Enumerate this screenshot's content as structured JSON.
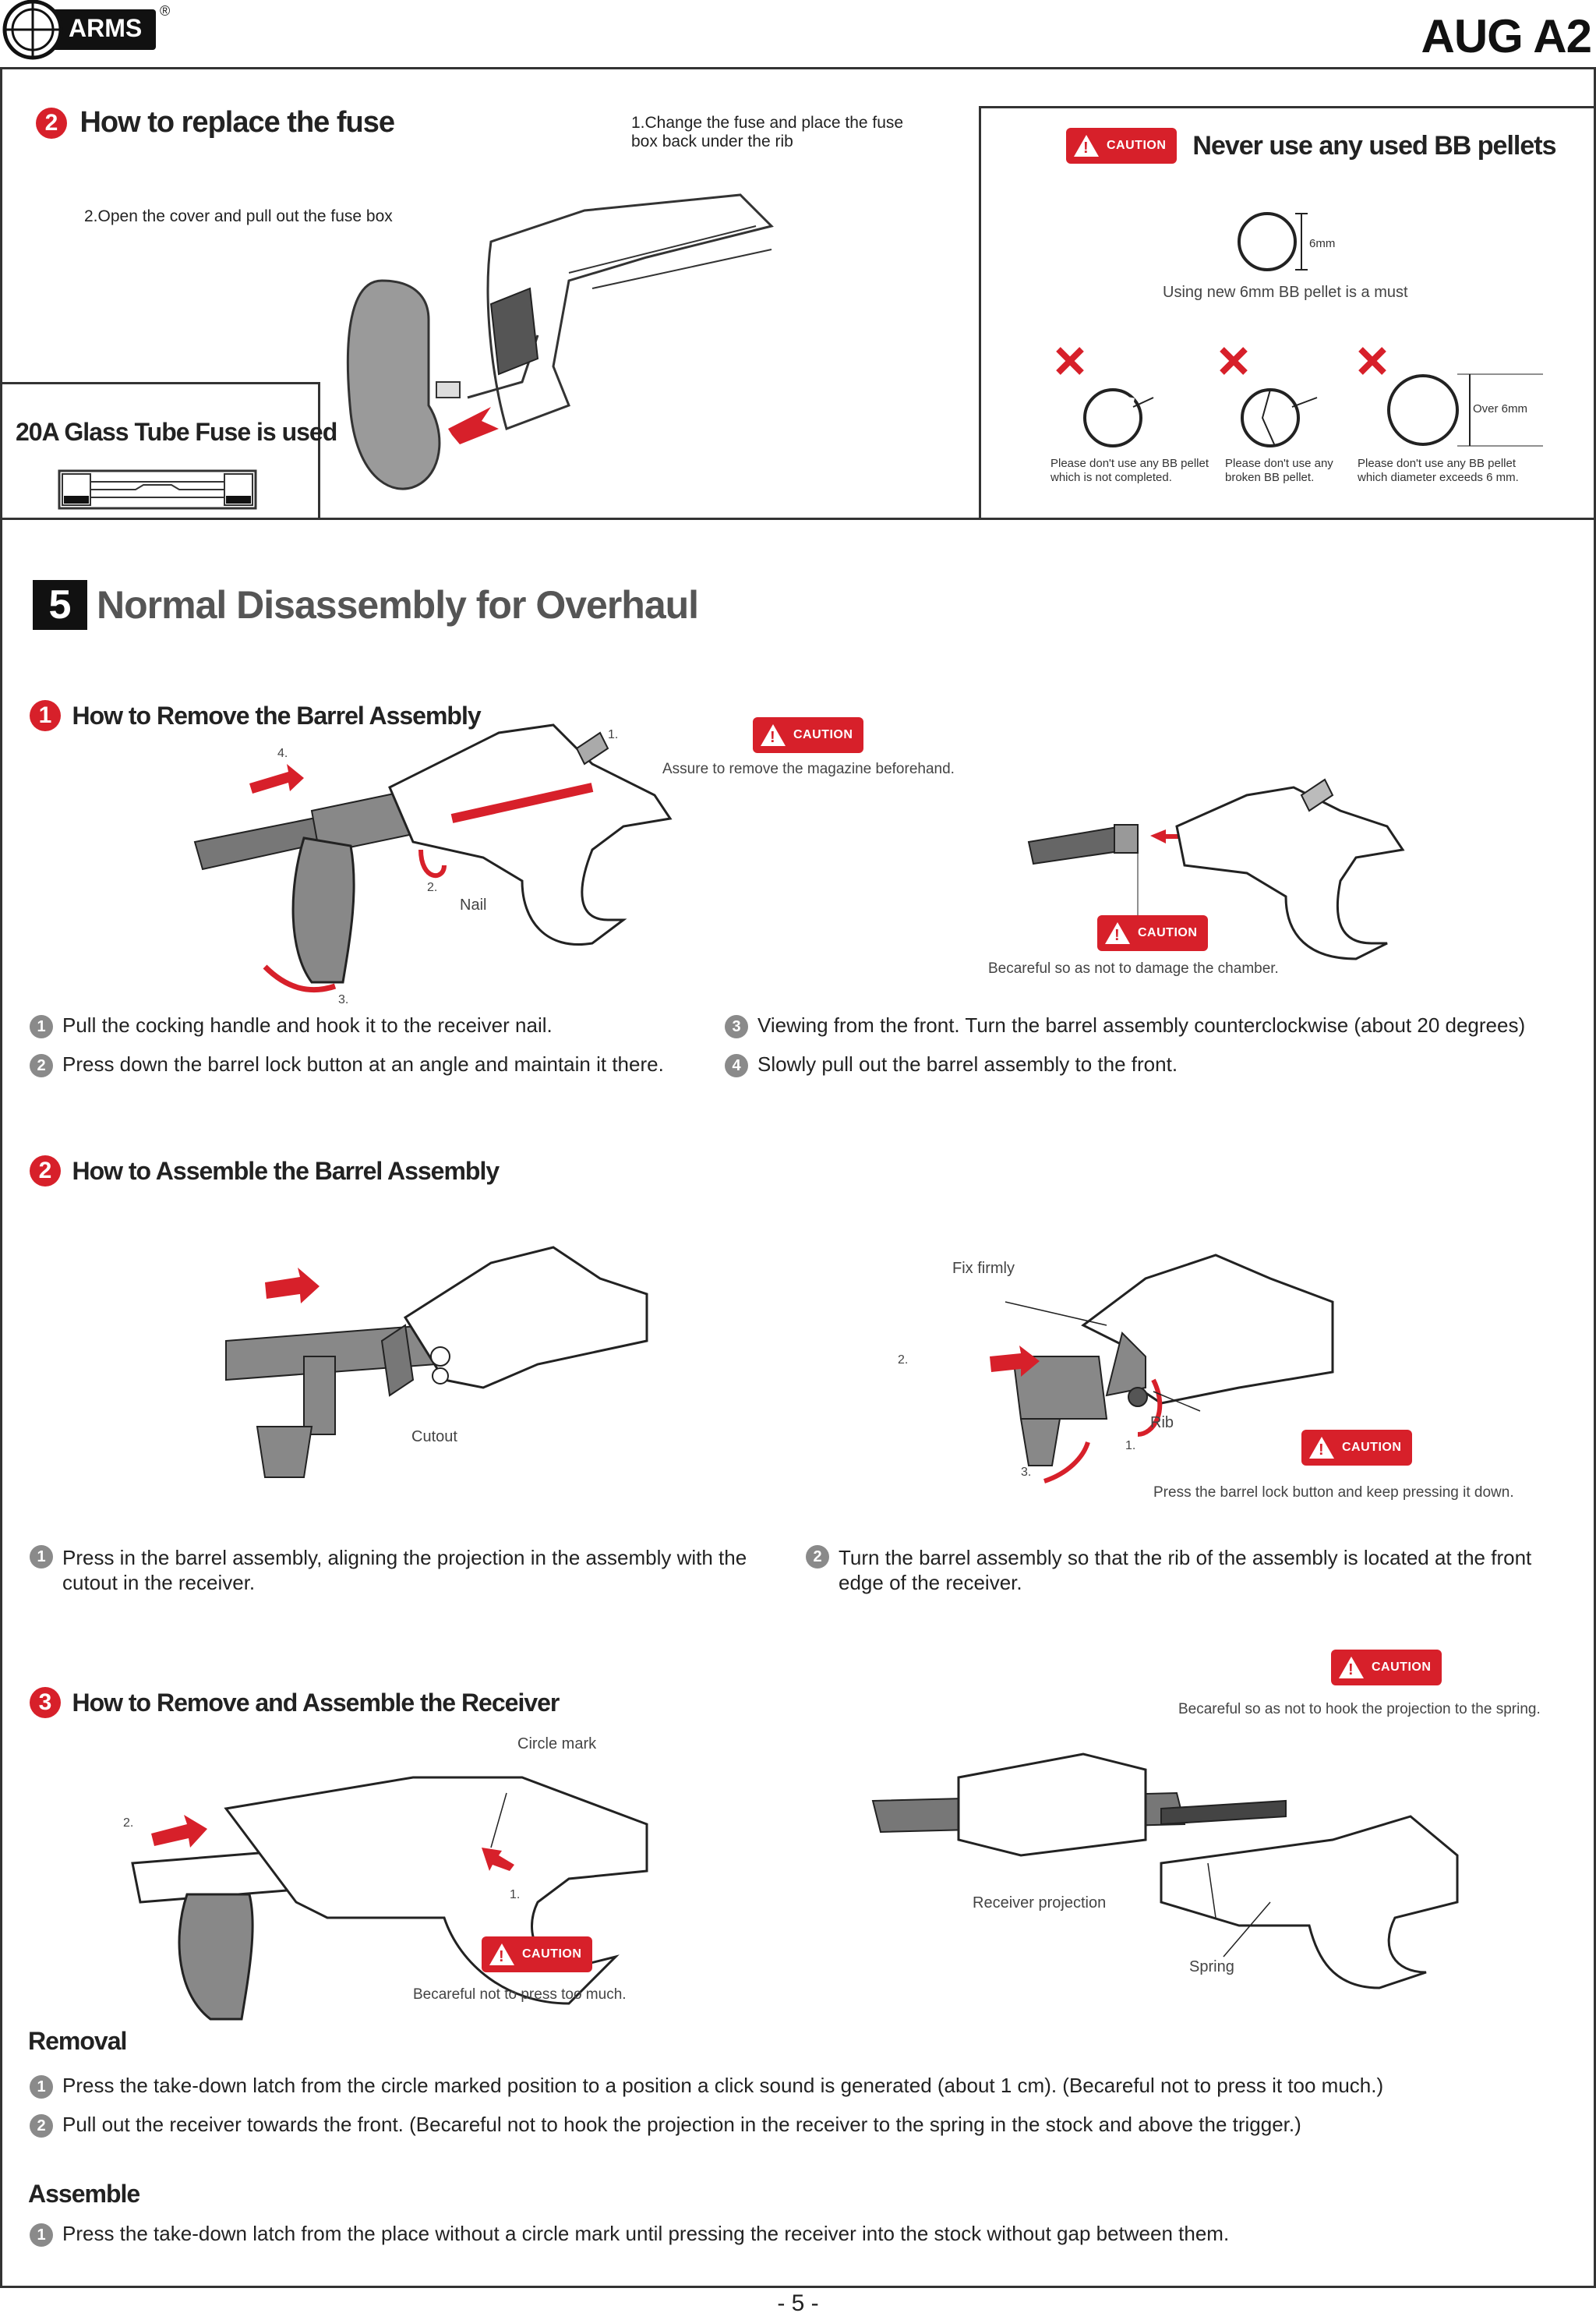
{
  "header": {
    "logo_text": "ARMS",
    "registered": "®",
    "model": "AUG A2"
  },
  "fuse_section": {
    "step_number": "2",
    "title": "How to replace the fuse",
    "note1": "1.Change the fuse and place the fuse box back under the rib",
    "note2": "2.Open the cover and pull out the fuse box",
    "fuse_label": "20A Glass Tube Fuse is used"
  },
  "bb_section": {
    "caution": "CAUTION",
    "title": "Never use any used BB pellets",
    "size_label": "6mm",
    "must_text": "Using new 6mm BB pellet is a must",
    "over_label": "Over 6mm",
    "bad1": "Please don't use any BB pellet which is not completed.",
    "bad2": "Please don't use any broken BB pellet.",
    "bad3": "Please don't use any BB pellet which diameter exceeds 6 mm."
  },
  "section5": {
    "number": "5",
    "title": "Normal Disassembly for Overhaul"
  },
  "remove_barrel": {
    "step_number": "1",
    "title": "How to Remove the Barrel Assembly",
    "caution1": "CAUTION",
    "caution1_text": "Assure to remove the magazine beforehand.",
    "caution2": "CAUTION",
    "caution2_text": "Becareful so as not to damage the chamber.",
    "label_nail": "Nail",
    "label_1": "1.",
    "label_2": "2.",
    "label_3": "3.",
    "label_4": "4.",
    "steps": [
      "Pull the cocking handle and hook it to the receiver nail.",
      "Press down the barrel lock button at an angle and maintain it there.",
      "Viewing from the front. Turn the barrel assembly counterclockwise (about 20 degrees)",
      "Slowly pull out the barrel assembly to the front."
    ]
  },
  "assemble_barrel": {
    "step_number": "2",
    "title": "How to Assemble the Barrel Assembly",
    "label_cutout": "Cutout",
    "label_fix": "Fix firmly",
    "label_rib": "Rib",
    "label_1": "1.",
    "label_2": "2.",
    "label_3": "3.",
    "caution": "CAUTION",
    "caution_text": "Press the barrel lock button and keep pressing it down.",
    "steps": [
      "Press in the barrel  assembly, aligning the projection in the assembly with the cutout in the receiver.",
      "Turn the barrel assembly so that the rib of the assembly is located at the front edge of the receiver."
    ]
  },
  "receiver": {
    "step_number": "3",
    "title": "How to Remove and Assemble the Receiver",
    "caution_top": "CAUTION",
    "caution_top_text": "Becareful so as not to hook the projection to the spring.",
    "label_circle": "Circle mark",
    "label_1": "1.",
    "label_2": "2.",
    "caution_bottom": "CAUTION",
    "caution_bottom_text": "Becareful not to press too much.",
    "label_projection": "Receiver projection",
    "label_spring": "Spring",
    "removal_title": "Removal",
    "removal_steps": [
      "Press the take-down latch from the circle marked position to a position a click sound is generated (about 1 cm). (Becareful not to press it too much.)",
      "Pull out the receiver towards the front. (Becareful not to hook the projection in the  receiver to the spring in the stock and above the trigger.)"
    ],
    "assemble_title": "Assemble",
    "assemble_steps": [
      "Press the take-down latch from the place without a circle mark until pressing the receiver into the stock without gap between them."
    ]
  },
  "footer": {
    "page": "- 5 -"
  },
  "colors": {
    "accent_red": "#d7202a",
    "text_dark": "#222222",
    "heading_grey": "#555555"
  }
}
